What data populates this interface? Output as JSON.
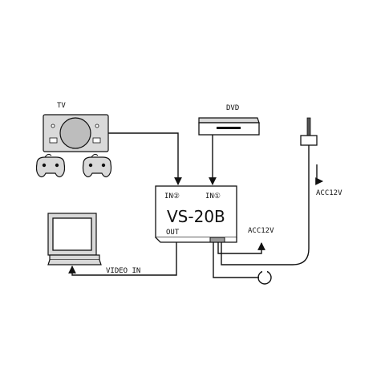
{
  "labels": {
    "tv": "TV",
    "dvd": "DVD",
    "in2": "IN②",
    "in1": "IN①",
    "device": "VS-20B",
    "out": "OUT",
    "acc_right": "ACC12V",
    "acc_bottom": "ACC12V",
    "video_in": "VIDEO IN"
  },
  "colors": {
    "line": "#111111",
    "device_fill": "#ffffff",
    "tv_fill": "#d9d9d9"
  },
  "icons": {
    "tv": "game-console-icon",
    "controllers": "gamepad-icon",
    "dvd": "dvd-player-icon",
    "monitor": "monitor-icon",
    "accessory": "accessory-socket-icon",
    "ground": "ground-terminal-icon"
  }
}
